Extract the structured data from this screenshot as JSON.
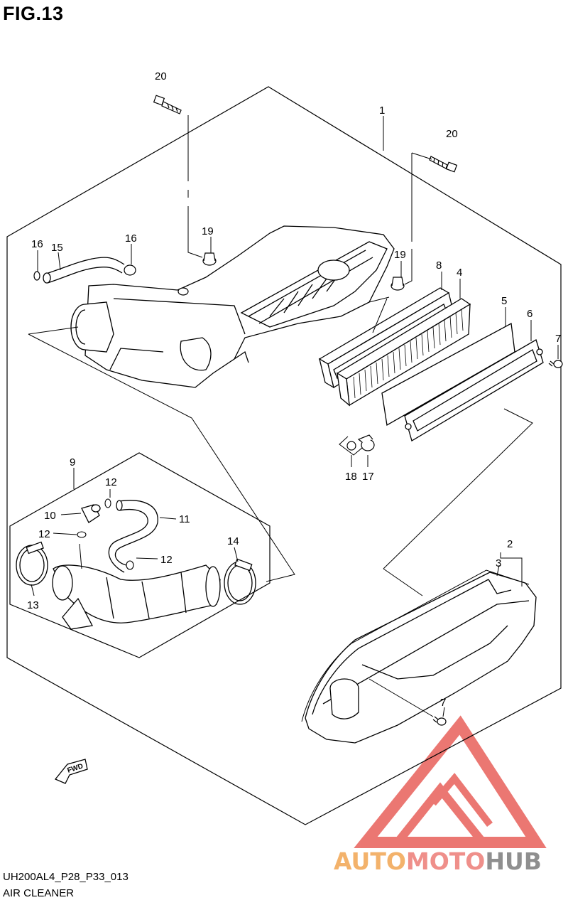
{
  "figure": {
    "title": "FIG.13"
  },
  "footer": {
    "code": "UH200AL4_P28_P33_013",
    "name": "AIR CLEANER"
  },
  "fwd_badge": "FWD",
  "callouts": {
    "c1": "1",
    "c2": "2",
    "c3": "3",
    "c4": "4",
    "c5": "5",
    "c6": "6",
    "c7a": "7",
    "c7b": "7",
    "c8": "8",
    "c9": "9",
    "c10": "10",
    "c11": "11",
    "c12a": "12",
    "c12b": "12",
    "c12c": "12",
    "c13": "13",
    "c14": "14",
    "c15": "15",
    "c16a": "16",
    "c16b": "16",
    "c17": "17",
    "c18": "18",
    "c19a": "19",
    "c19b": "19",
    "c20a": "20",
    "c20b": "20"
  },
  "watermark": {
    "part1": "AUTO",
    "part2": "MOTO",
    "part3": "HUB"
  },
  "colors": {
    "ink": "#000000",
    "watermark_red": "#e8605a",
    "watermark_orange": "#f3b26b",
    "watermark_gray": "#8f8f8f"
  }
}
